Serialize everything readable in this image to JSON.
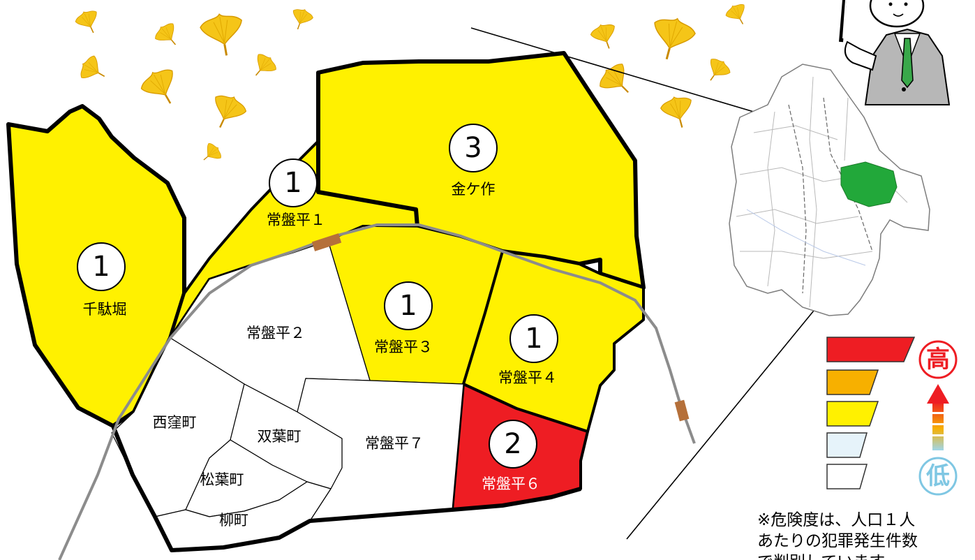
{
  "colors": {
    "risk_high": "#ee1d23",
    "risk_upper_mid": "#f7b000",
    "risk_mid": "#fff100",
    "risk_low": "#e6f3fa",
    "risk_none": "#ffffff",
    "inset_highlight": "#22a83a",
    "railway": "#8c8c8c"
  },
  "districts": [
    {
      "name": "千駄堀",
      "count": "1",
      "risk": "mid"
    },
    {
      "name": "常盤平１",
      "count": "1",
      "risk": "mid"
    },
    {
      "name": "金ケ作",
      "count": "3",
      "risk": "mid"
    },
    {
      "name": "常盤平３",
      "count": "1",
      "risk": "mid"
    },
    {
      "name": "常盤平４",
      "count": "1",
      "risk": "mid"
    },
    {
      "name": "常盤平６",
      "count": "2",
      "risk": "high"
    },
    {
      "name": "常盤平２",
      "count": "",
      "risk": "none"
    },
    {
      "name": "常盤平７",
      "count": "",
      "risk": "none"
    },
    {
      "name": "西窪町",
      "count": "",
      "risk": "none"
    },
    {
      "name": "双葉町",
      "count": "",
      "risk": "none"
    },
    {
      "name": "松葉町",
      "count": "",
      "risk": "none"
    },
    {
      "name": "柳町",
      "count": "",
      "risk": "none"
    }
  ],
  "legend": {
    "high_label": "高",
    "low_label": "低",
    "levels": [
      "high",
      "upper_mid",
      "mid",
      "low",
      "none"
    ]
  },
  "note": {
    "lines": [
      "※危険度は、人口１人",
      "あたりの犯罪発生件数",
      "で判別しています。"
    ]
  },
  "icons": [
    "ginkgo-leaf-icon",
    "presenter-icon",
    "arrow-up-icon"
  ]
}
